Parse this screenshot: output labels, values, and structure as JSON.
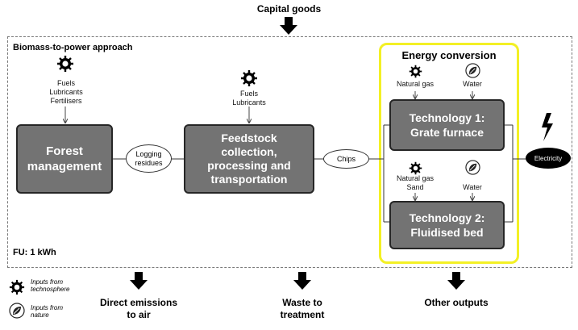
{
  "top": {
    "capital_goods": "Capital goods"
  },
  "frame": {
    "approach_label": "Biomass-to-power approach",
    "fu_label": "FU: 1 kWh"
  },
  "forest": {
    "inputs": [
      "Fuels",
      "Lubricants",
      "Fertilisers"
    ],
    "box_lines": [
      "Forest",
      "management"
    ]
  },
  "logging": {
    "lines": [
      "Logging",
      "residues"
    ]
  },
  "feedstock": {
    "inputs": [
      "Fuels",
      "Lubricants"
    ],
    "box_lines": [
      "Feedstock",
      "collection,",
      "processing and",
      "transportation"
    ]
  },
  "chips": {
    "label": "Chips"
  },
  "energy": {
    "title": "Energy conversion",
    "tech1": {
      "inputs": [
        "Natural gas",
        "Water"
      ],
      "lines": [
        "Technology 1:",
        "Grate furnace"
      ]
    },
    "tech2": {
      "inputs": [
        [
          "Natural gas",
          "Sand"
        ],
        "Water"
      ],
      "lines": [
        "Technology 2:",
        "Fluidised bed"
      ]
    }
  },
  "electricity": {
    "label": "Electricity"
  },
  "legend": {
    "techno": [
      "Inputs from",
      "technosphere"
    ],
    "nature": [
      "Inputs from",
      "nature"
    ]
  },
  "outputs": {
    "direct": [
      "Direct emissions",
      "to air"
    ],
    "waste": [
      "Waste to",
      "treatment"
    ],
    "other": "Other outputs"
  },
  "icons": {
    "technosphere": "gear-icon",
    "nature": "leaf-icon",
    "electricity": "lightning-icon",
    "arrow": "down-arrow-icon"
  },
  "colors": {
    "process_box": "#737373",
    "energy_border": "#f3f025",
    "electricity": "#000000"
  }
}
